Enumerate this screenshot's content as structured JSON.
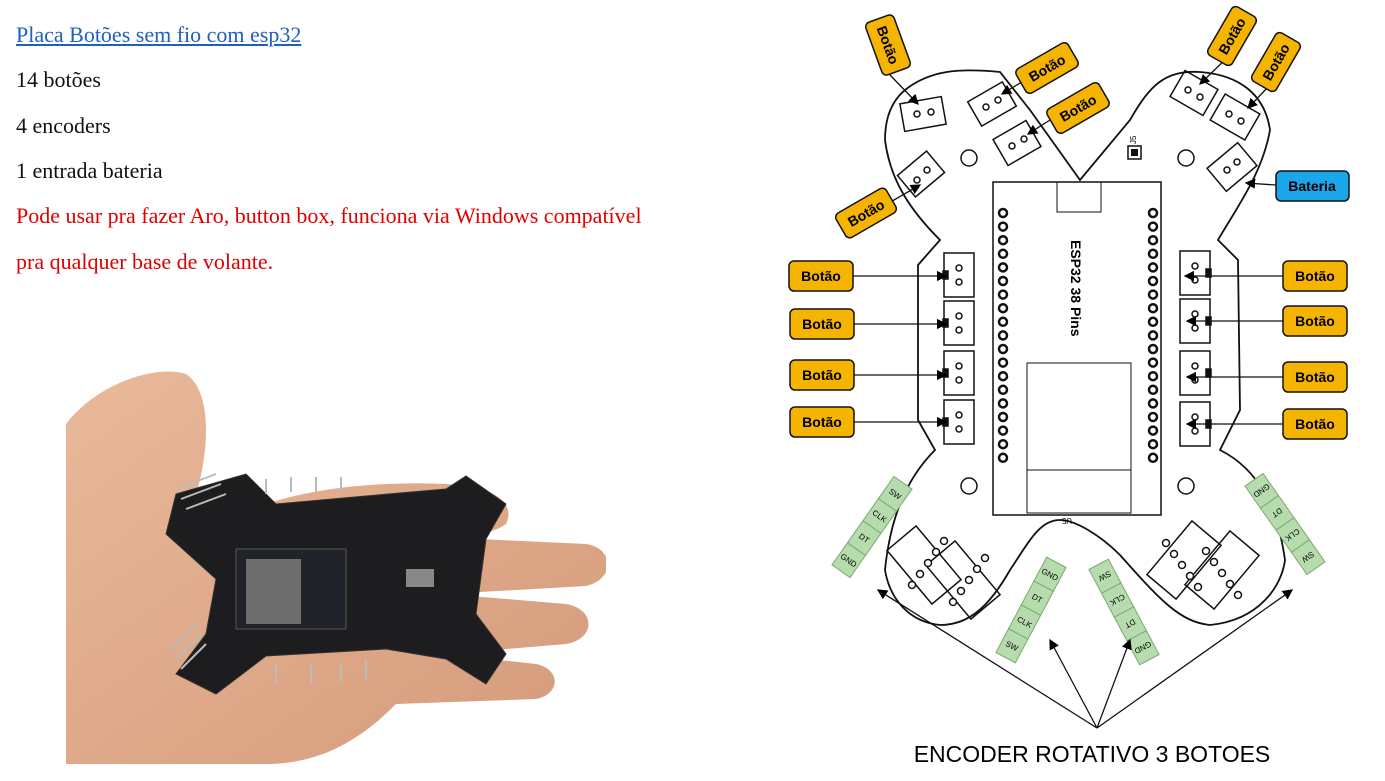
{
  "text": {
    "link": "Placa Botões sem fio com esp32",
    "line1": "14 botões",
    "line2": "4 encoders",
    "line3": "1 entrada bateria",
    "red1": "Pode usar pra fazer Aro, button box, funciona via Windows compatível",
    "red2": "pra qualquer base de volante."
  },
  "diagram": {
    "button_label": "Botão",
    "battery_label": "Bateria",
    "module_label": "ESP32 38 Pins",
    "j5": "J5",
    "u5": "U5",
    "caption": "ENCODER ROTATIVO 3 BOTOES",
    "pins": [
      "GND",
      "DT",
      "CLK",
      "SW"
    ]
  },
  "colors": {
    "button_fill": "#f5b400",
    "battery_fill": "#1aa6e8",
    "connector_green": "#b6dcae",
    "link": "#1f5fbf",
    "red_text": "#e00000"
  }
}
